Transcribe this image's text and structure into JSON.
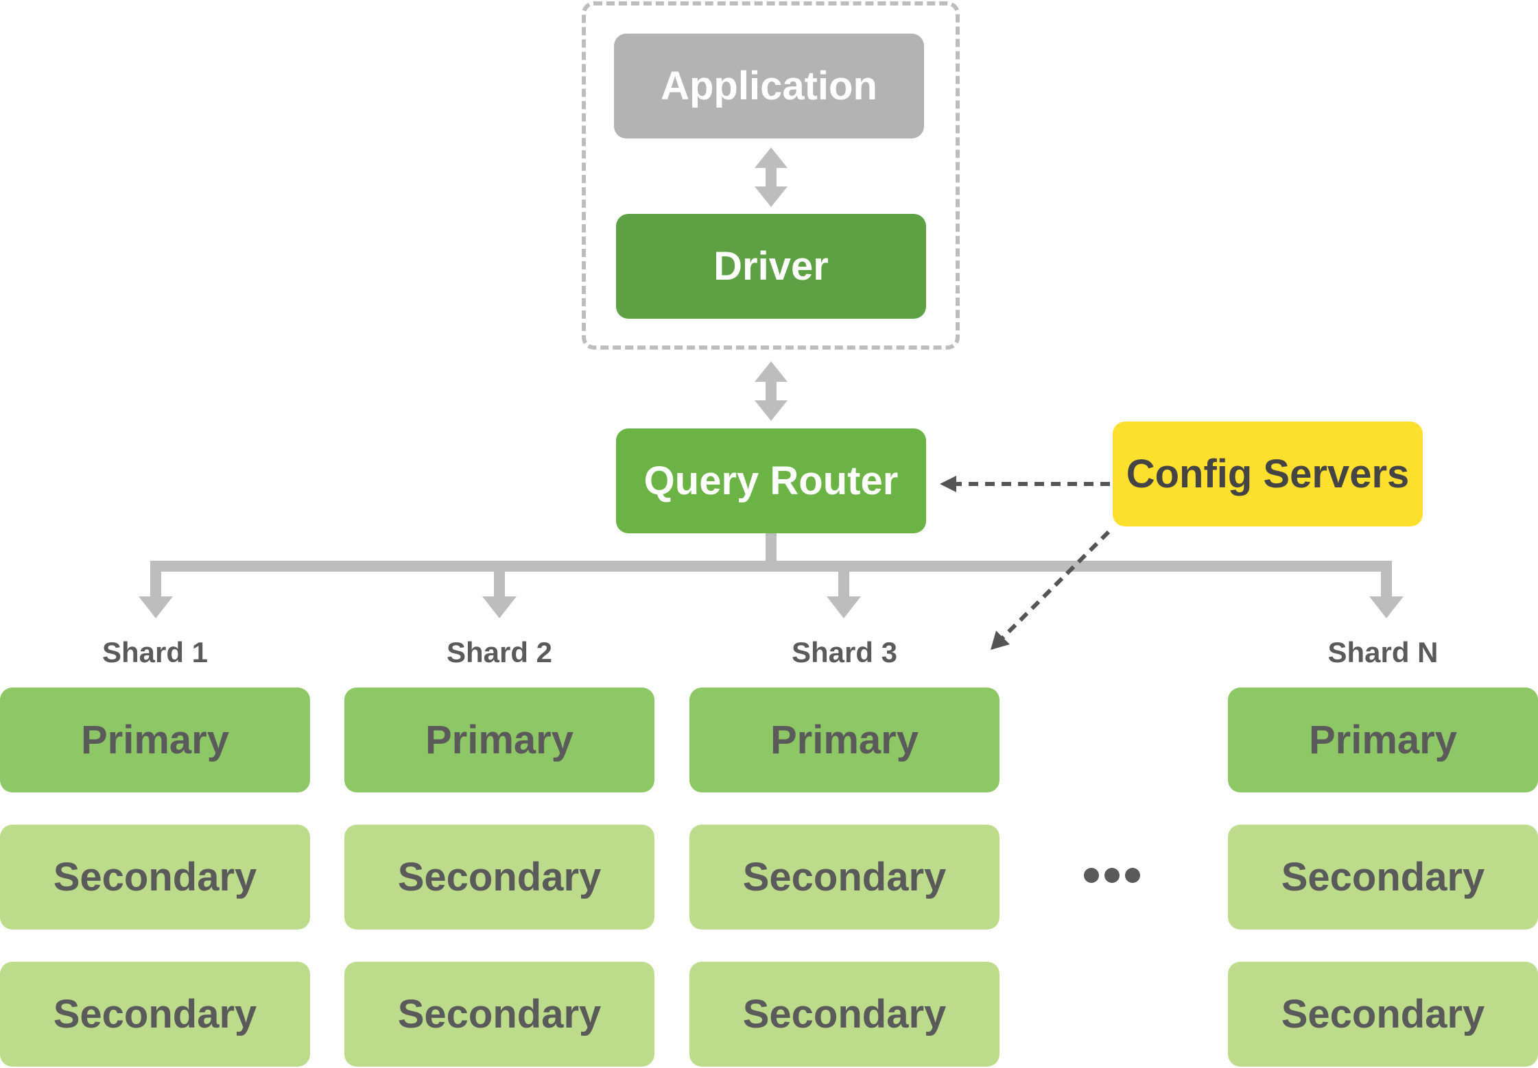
{
  "diagram": {
    "client_group": {
      "application": "Application",
      "driver": "Driver"
    },
    "query_router": "Query Router",
    "config_servers": "Config Servers",
    "shards": [
      {
        "label": "Shard 1",
        "primary": "Primary",
        "secondaries": [
          "Secondary",
          "Secondary"
        ]
      },
      {
        "label": "Shard 2",
        "primary": "Primary",
        "secondaries": [
          "Secondary",
          "Secondary"
        ]
      },
      {
        "label": "Shard 3",
        "primary": "Primary",
        "secondaries": [
          "Secondary",
          "Secondary"
        ]
      },
      {
        "label": "Shard N",
        "primary": "Primary",
        "secondaries": [
          "Secondary",
          "Secondary"
        ]
      }
    ],
    "colors": {
      "application": "#b3b3b3",
      "driver": "#5ea044",
      "query_router": "#6bb345",
      "config_servers": "#fde02e",
      "primary": "#8dc766",
      "secondary": "#bcdc8b",
      "connector": "#bdbdbd",
      "dashed_arrow": "#555555"
    }
  }
}
